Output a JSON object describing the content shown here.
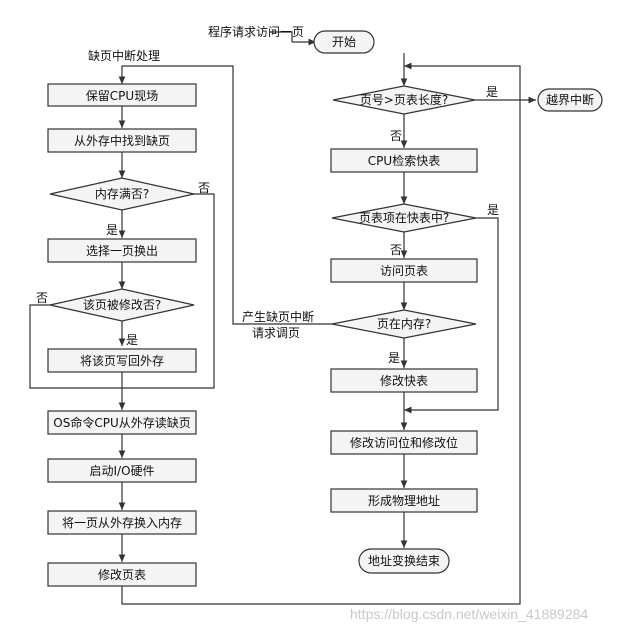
{
  "flowchart": {
    "entry_label": "程序请求访问一页",
    "start": "开始",
    "page_fault_title": "缺页中断处理",
    "left": {
      "save_cpu": "保留CPU现场",
      "find_page": "从外存中找到缺页",
      "memory_full": "内存满否?",
      "select_out": "选择一页换出",
      "modified": "该页被修改否?",
      "write_back": "将该页写回外存",
      "os_command": "OS命令CPU从外存读缺页",
      "start_io": "启动I/O硬件",
      "swap_in": "将一页从外存换入内存",
      "update_table": "修改页表"
    },
    "right": {
      "page_gt_len": "页号>页表长度?",
      "out_of_bounds": "越界中断",
      "cpu_search_tlb": "CPU检索快表",
      "in_tlb": "页表项在快表中?",
      "access_table": "访问页表",
      "in_memory": "页在内存?",
      "update_tlb": "修改快表",
      "update_bits": "修改访问位和修改位",
      "physical_addr": "形成物理地址",
      "end": "地址变换结束"
    },
    "edge_labels": {
      "yes": "是",
      "no": "否",
      "fault_1": "产生缺页中断",
      "fault_2": "请求调页"
    },
    "watermark": "https://blog.csdn.net/weixin_41889284"
  }
}
